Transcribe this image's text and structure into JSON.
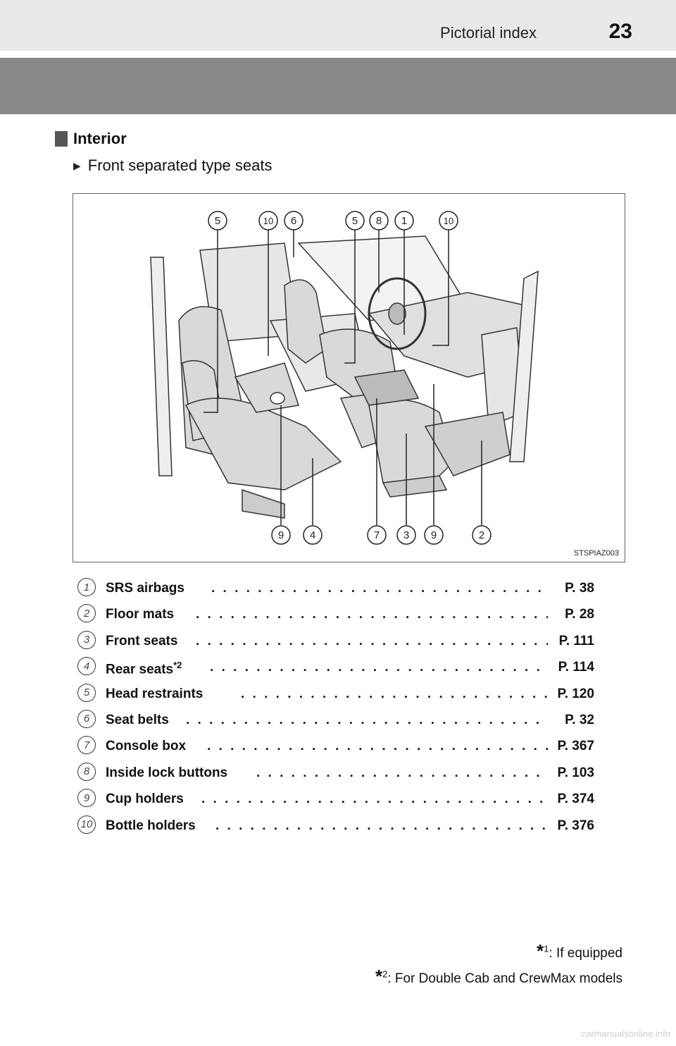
{
  "header": {
    "title": "Pictorial index",
    "page_number": "23"
  },
  "section": {
    "title": "Interior"
  },
  "subsection": {
    "title": "Front separated type seats"
  },
  "figure": {
    "code": "STSPIAZ003",
    "top_callouts": [
      "5",
      "10",
      "6",
      "5",
      "8",
      "1",
      "10"
    ],
    "bottom_callouts": [
      "9",
      "4",
      "7",
      "3",
      "9",
      "2"
    ]
  },
  "legend": [
    {
      "num": "1",
      "label": "SRS airbags",
      "sup": "",
      "page": "P. 38"
    },
    {
      "num": "2",
      "label": "Floor mats",
      "sup": "",
      "page": "P. 28"
    },
    {
      "num": "3",
      "label": "Front seats",
      "sup": "",
      "page": "P. 111"
    },
    {
      "num": "4",
      "label": "Rear seats",
      "sup": "*2",
      "page": "P. 114"
    },
    {
      "num": "5",
      "label": "Head restraints",
      "sup": "",
      "page": "P. 120"
    },
    {
      "num": "6",
      "label": "Seat belts",
      "sup": "",
      "page": "P. 32"
    },
    {
      "num": "7",
      "label": "Console box",
      "sup": "",
      "page": "P. 367"
    },
    {
      "num": "8",
      "label": "Inside lock buttons",
      "sup": "",
      "page": "P. 103"
    },
    {
      "num": "9",
      "label": "Cup holders",
      "sup": "",
      "page": "P. 374"
    },
    {
      "num": "10",
      "label": "Bottle holders",
      "sup": "",
      "page": "P. 376"
    }
  ],
  "footnotes": [
    {
      "mark": "*",
      "num": "1",
      "text": ": If equipped"
    },
    {
      "mark": "*",
      "num": "2",
      "text": ": For Double Cab and CrewMax models"
    }
  ],
  "watermark": "carmanualsonline.info"
}
